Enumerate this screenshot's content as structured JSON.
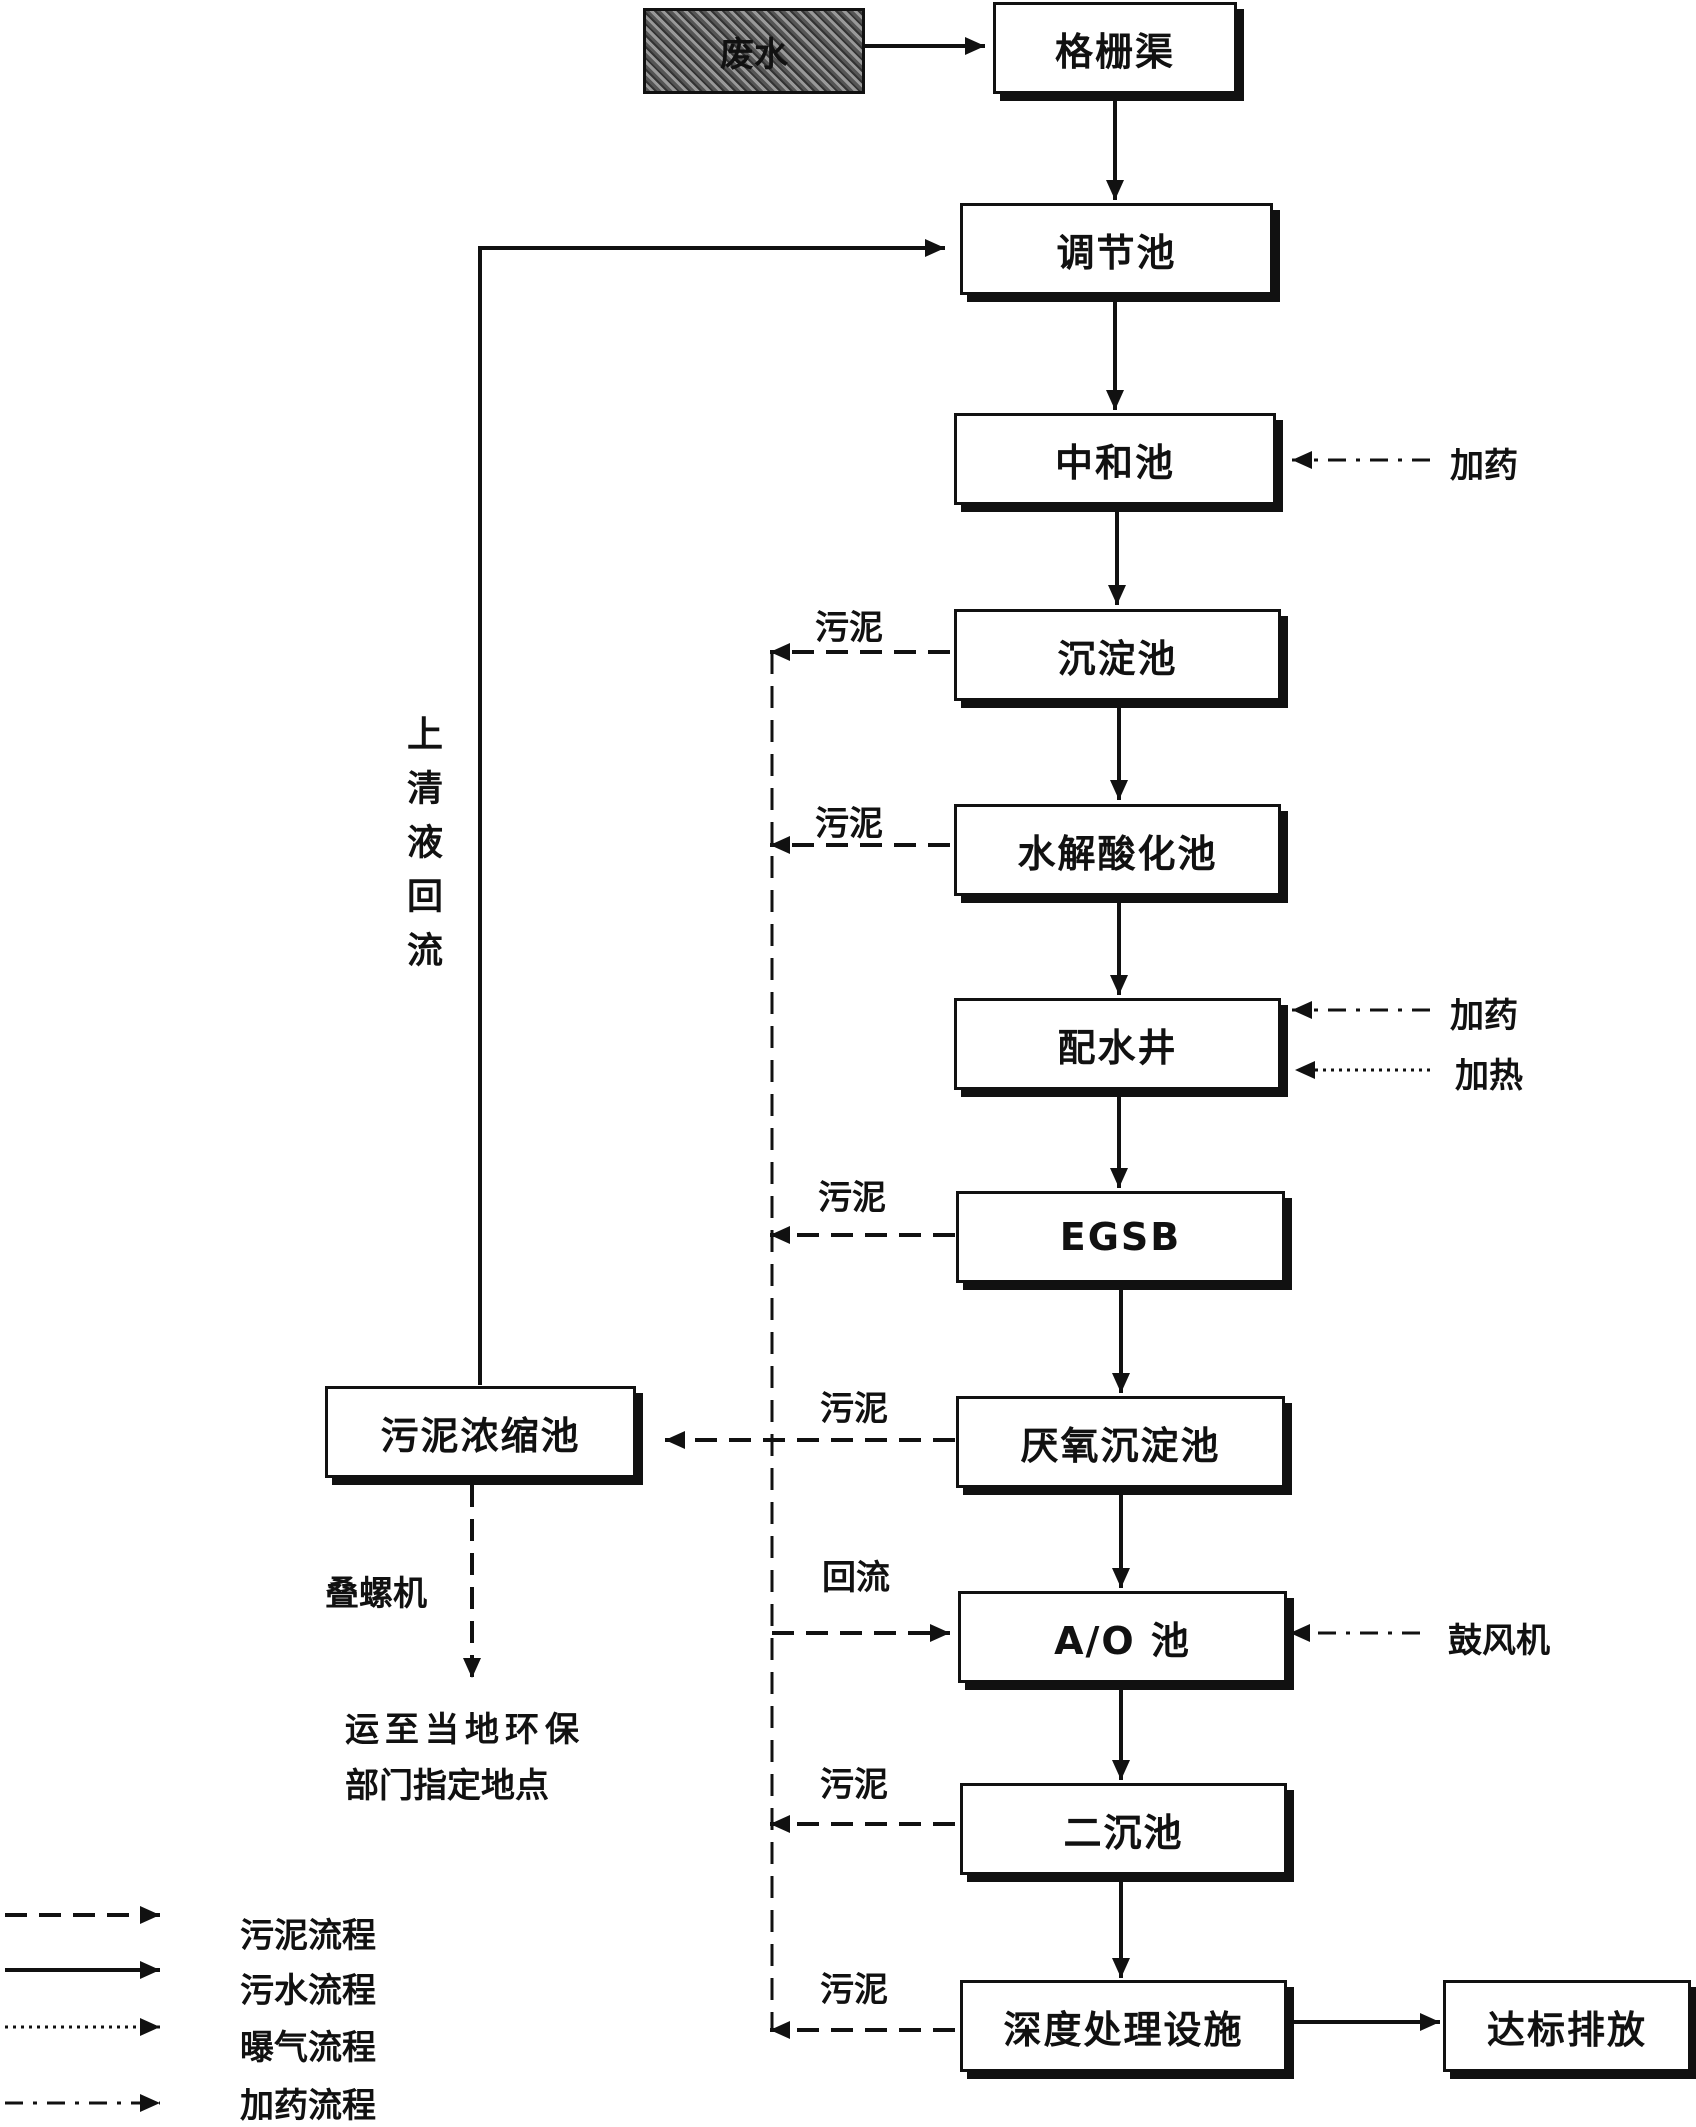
{
  "source_label": "废水",
  "boxes": {
    "b1": "格栅渠",
    "b2": "调节池",
    "b3": "中和池",
    "b4": "沉淀池",
    "b5": "水解酸化池",
    "b6": "配水井",
    "b7": "EGSB",
    "b8": "厌氧沉淀池",
    "b9": "A/O 池",
    "b10": "二沉池",
    "b11": "深度处理设施",
    "b12": "达标排放",
    "b13": "污泥浓缩池"
  },
  "side_labels": {
    "dose1": "加药",
    "dose2": "加药",
    "heat": "加热",
    "blower": "鼓风机",
    "sludge_b4": "污泥",
    "sludge_b5": "污泥",
    "sludge_b7": "污泥",
    "sludge_b8": "污泥",
    "return_b9": "回流",
    "sludge_b10": "污泥",
    "sludge_b11": "污泥",
    "supernatant": "上清液回流",
    "press": "叠螺机",
    "disposal_line1": "运至当地环保",
    "disposal_line2": "部门指定地点"
  },
  "legend": [
    {
      "label": "污泥流程",
      "style": "dashed"
    },
    {
      "label": "污水流程",
      "style": "solid"
    },
    {
      "label": "曝气流程",
      "style": "dotted"
    },
    {
      "label": "加药流程",
      "style": "dash-dot"
    }
  ]
}
